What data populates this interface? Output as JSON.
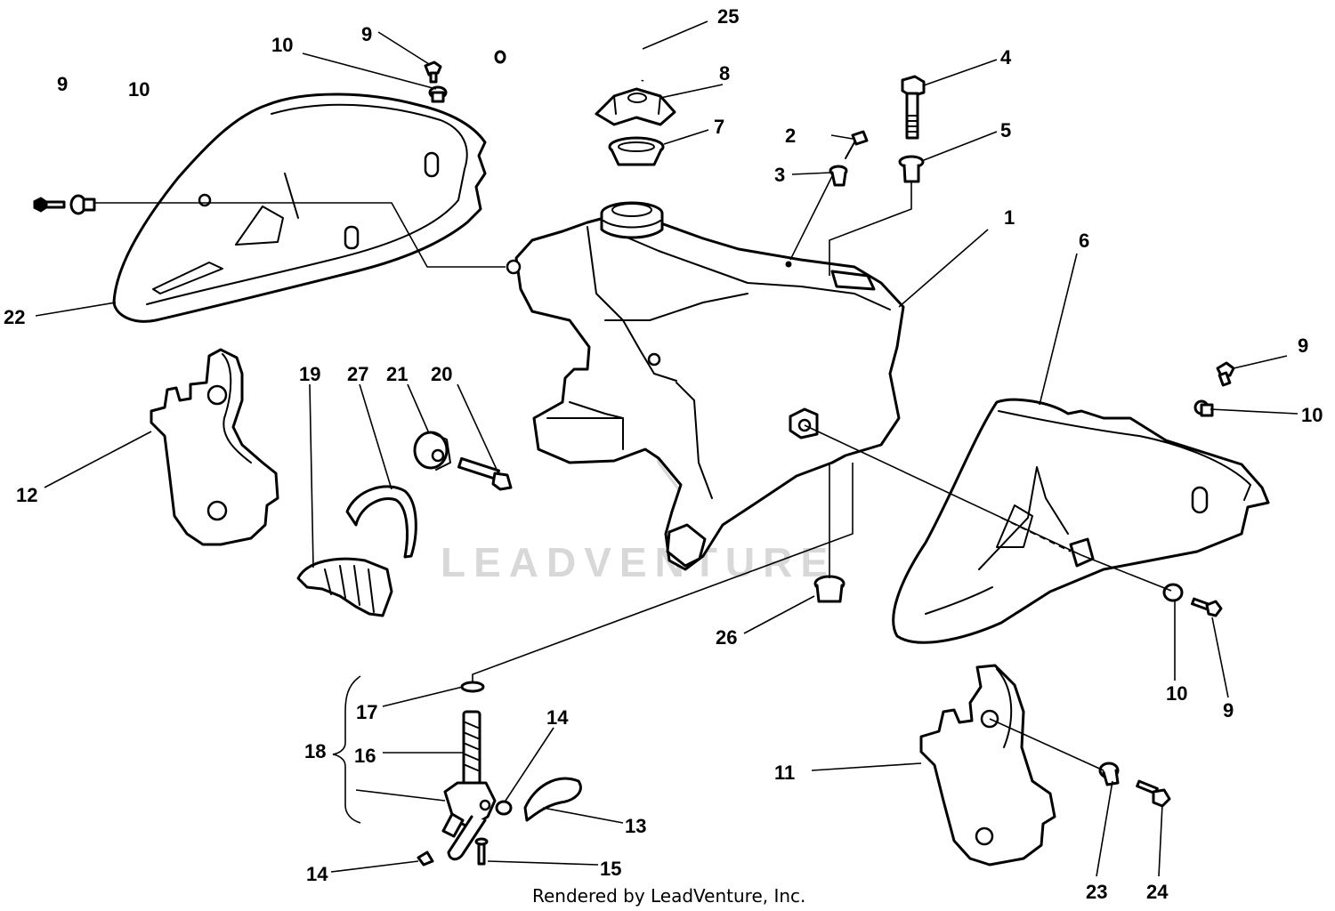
{
  "watermark": "LEADVENTURE",
  "credit": "Rendered by LeadVenture, Inc.",
  "callouts": [
    "1",
    "2",
    "3",
    "4",
    "5",
    "6",
    "7",
    "8",
    "9",
    "9",
    "9",
    "9",
    "10",
    "10",
    "10",
    "10",
    "11",
    "12",
    "13",
    "14",
    "14",
    "15",
    "16",
    "17",
    "18",
    "19",
    "20",
    "21",
    "22",
    "23",
    "24",
    "25",
    "26",
    "27"
  ]
}
